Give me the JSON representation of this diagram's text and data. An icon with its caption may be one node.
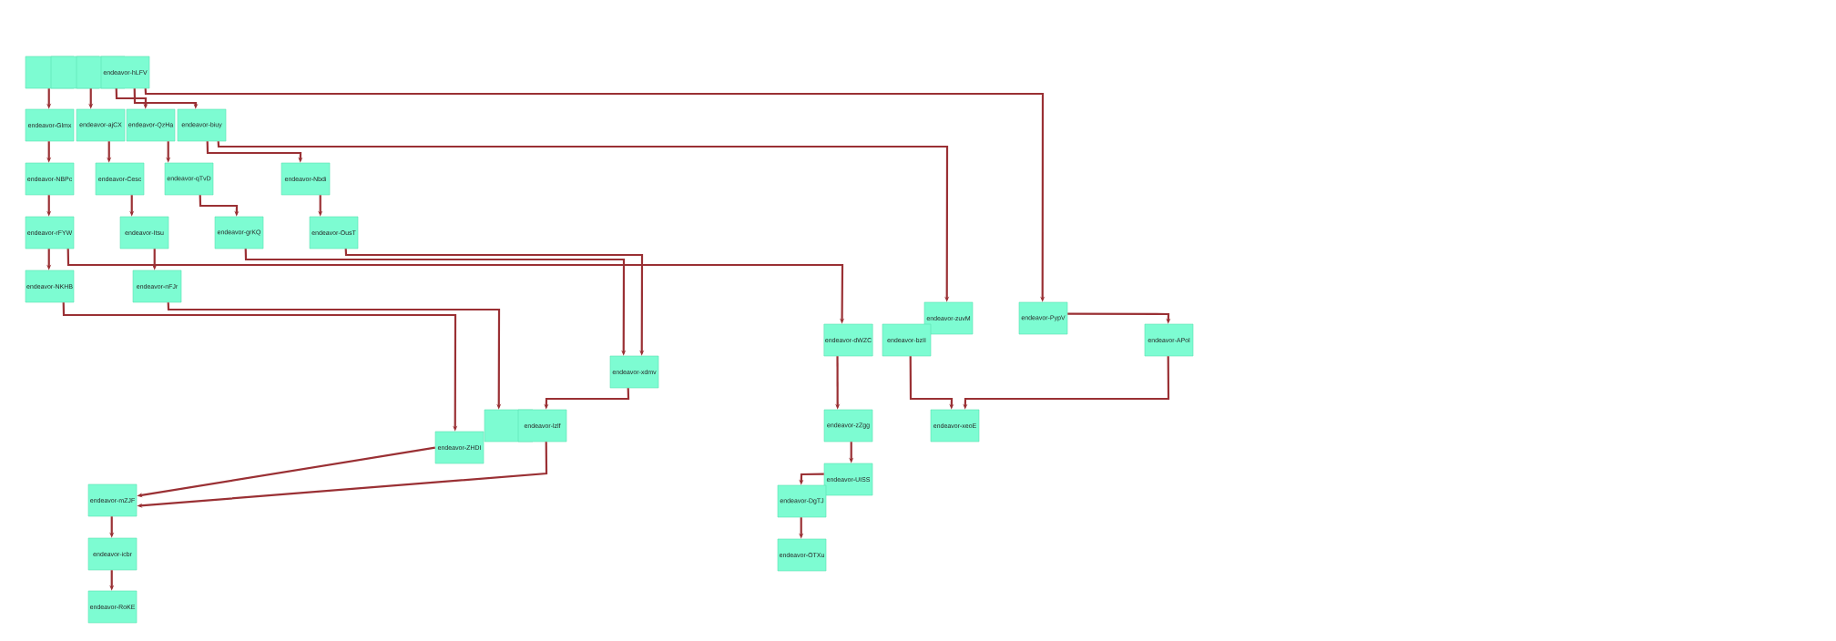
{
  "diagram": {
    "nodes": [
      {
        "text": [],
        "shape": "box"
      },
      {
        "text": [],
        "shape": "box"
      },
      {
        "text": [],
        "shape": "box"
      },
      {
        "text": [
          "endeavor-hLFV"
        ]
      },
      {
        "text": [
          "endeavor-Glmx"
        ]
      },
      {
        "text": [
          "endeavor-ajCX"
        ]
      },
      {
        "text": [
          "endeavor-QzHa"
        ]
      },
      {
        "text": [
          "endeavor-biuy"
        ]
      },
      {
        "text": [
          "endeavor-NBPc"
        ]
      },
      {
        "text": [
          "endeavor-Cesc"
        ]
      },
      {
        "text": [
          "endeavor-qTvD"
        ]
      },
      {
        "text": [
          "endeavor-Nbdi"
        ]
      },
      {
        "text": [
          "endeavor-rFYW"
        ]
      },
      {
        "text": [
          "endeavor-Itsu"
        ]
      },
      {
        "text": [
          "endeavor-grKQ"
        ]
      },
      {
        "text": [
          "endeavor-OusT"
        ]
      },
      {
        "text": [
          "endeavor-NKHB"
        ]
      },
      {
        "text": [
          "endeavor-nFJr"
        ]
      },
      {
        "text": [
          "endeavor-zuvM"
        ]
      },
      {
        "text": [
          "endeavor-PypV"
        ]
      },
      {
        "text": [
          "endeavor-dWZC"
        ]
      },
      {
        "text": [
          "endeavor-bzII"
        ]
      },
      {
        "text": [
          "endeavor-APol"
        ]
      },
      {
        "text": [
          "endeavor-xdmv"
        ]
      },
      {
        "text": [],
        "shape": "box"
      },
      {
        "text": [
          "endeavor-lzlf"
        ]
      },
      {
        "text": [
          "endeavor-ZHDI"
        ]
      },
      {
        "text": [
          "endeavor-zZgg"
        ]
      },
      {
        "text": [
          "endeavor-xeoE"
        ]
      },
      {
        "text": [
          "endeavor-UISS"
        ]
      },
      {
        "text": [
          "endeavor-DgTJ"
        ]
      },
      {
        "text": [
          "endeavor-OTXu"
        ]
      },
      {
        "text": [
          "endeavor-mZJF"
        ]
      },
      {
        "text": [
          "endeavor-icbr"
        ]
      },
      {
        "text": [
          "endeavor-RoKE"
        ]
      }
    ],
    "edges": [
      {
        "from": 0,
        "to": 4,
        "arrow": "to"
      },
      {
        "from": 1,
        "to": 5,
        "arrow": "to"
      },
      {
        "from": 2,
        "to": 6,
        "arrow": "to"
      },
      {
        "from": 3,
        "to": 7,
        "arrow": "to"
      },
      {
        "from": 4,
        "to": 8,
        "arrow": "to"
      },
      {
        "from": 5,
        "to": 9,
        "arrow": "to"
      },
      {
        "from": 6,
        "to": 10,
        "arrow": "to"
      },
      {
        "from": 7,
        "to": 11,
        "arrow": "to"
      },
      {
        "from": 8,
        "to": 12,
        "arrow": "to"
      },
      {
        "from": 9,
        "to": 13,
        "arrow": "to"
      },
      {
        "from": 10,
        "to": 14,
        "arrow": "to"
      },
      {
        "from": 11,
        "to": 15,
        "arrow": "to"
      },
      {
        "from": 12,
        "to": 16,
        "arrow": "to"
      },
      {
        "from": 13,
        "to": 17,
        "arrow": "to"
      },
      {
        "from": 14,
        "to": 23,
        "arrow": "to"
      },
      {
        "from": 15,
        "to": 23,
        "arrow": "to"
      },
      {
        "from": 16,
        "to": 26,
        "arrow": "to"
      },
      {
        "from": 17,
        "to": 24,
        "arrow": "to"
      },
      {
        "from": 23,
        "to": 25,
        "arrow": "to"
      },
      {
        "from": 26,
        "to": 32,
        "arrow": "to"
      },
      {
        "from": 25,
        "to": 32,
        "arrow": "to"
      },
      {
        "from": 32,
        "to": 33,
        "arrow": "to"
      },
      {
        "from": 33,
        "to": 34,
        "arrow": "to"
      },
      {
        "from": 27,
        "to": 29,
        "arrow": "to"
      },
      {
        "from": 29,
        "to": 30,
        "arrow": "to"
      },
      {
        "from": 30,
        "to": 31,
        "arrow": "to"
      },
      {
        "from": 20,
        "to": 27,
        "arrow": "to"
      },
      {
        "from": 21,
        "to": 28,
        "arrow": "to"
      },
      {
        "from": 19,
        "to": 22,
        "arrow": "to"
      },
      {
        "from": 22,
        "to": 28,
        "arrow": "to"
      },
      {
        "from": 7,
        "to": 18,
        "arrow": "to"
      },
      {
        "from": 3,
        "to": 19,
        "arrow": "to"
      },
      {
        "from": 12,
        "to": 20,
        "arrow": "to"
      }
    ]
  }
}
